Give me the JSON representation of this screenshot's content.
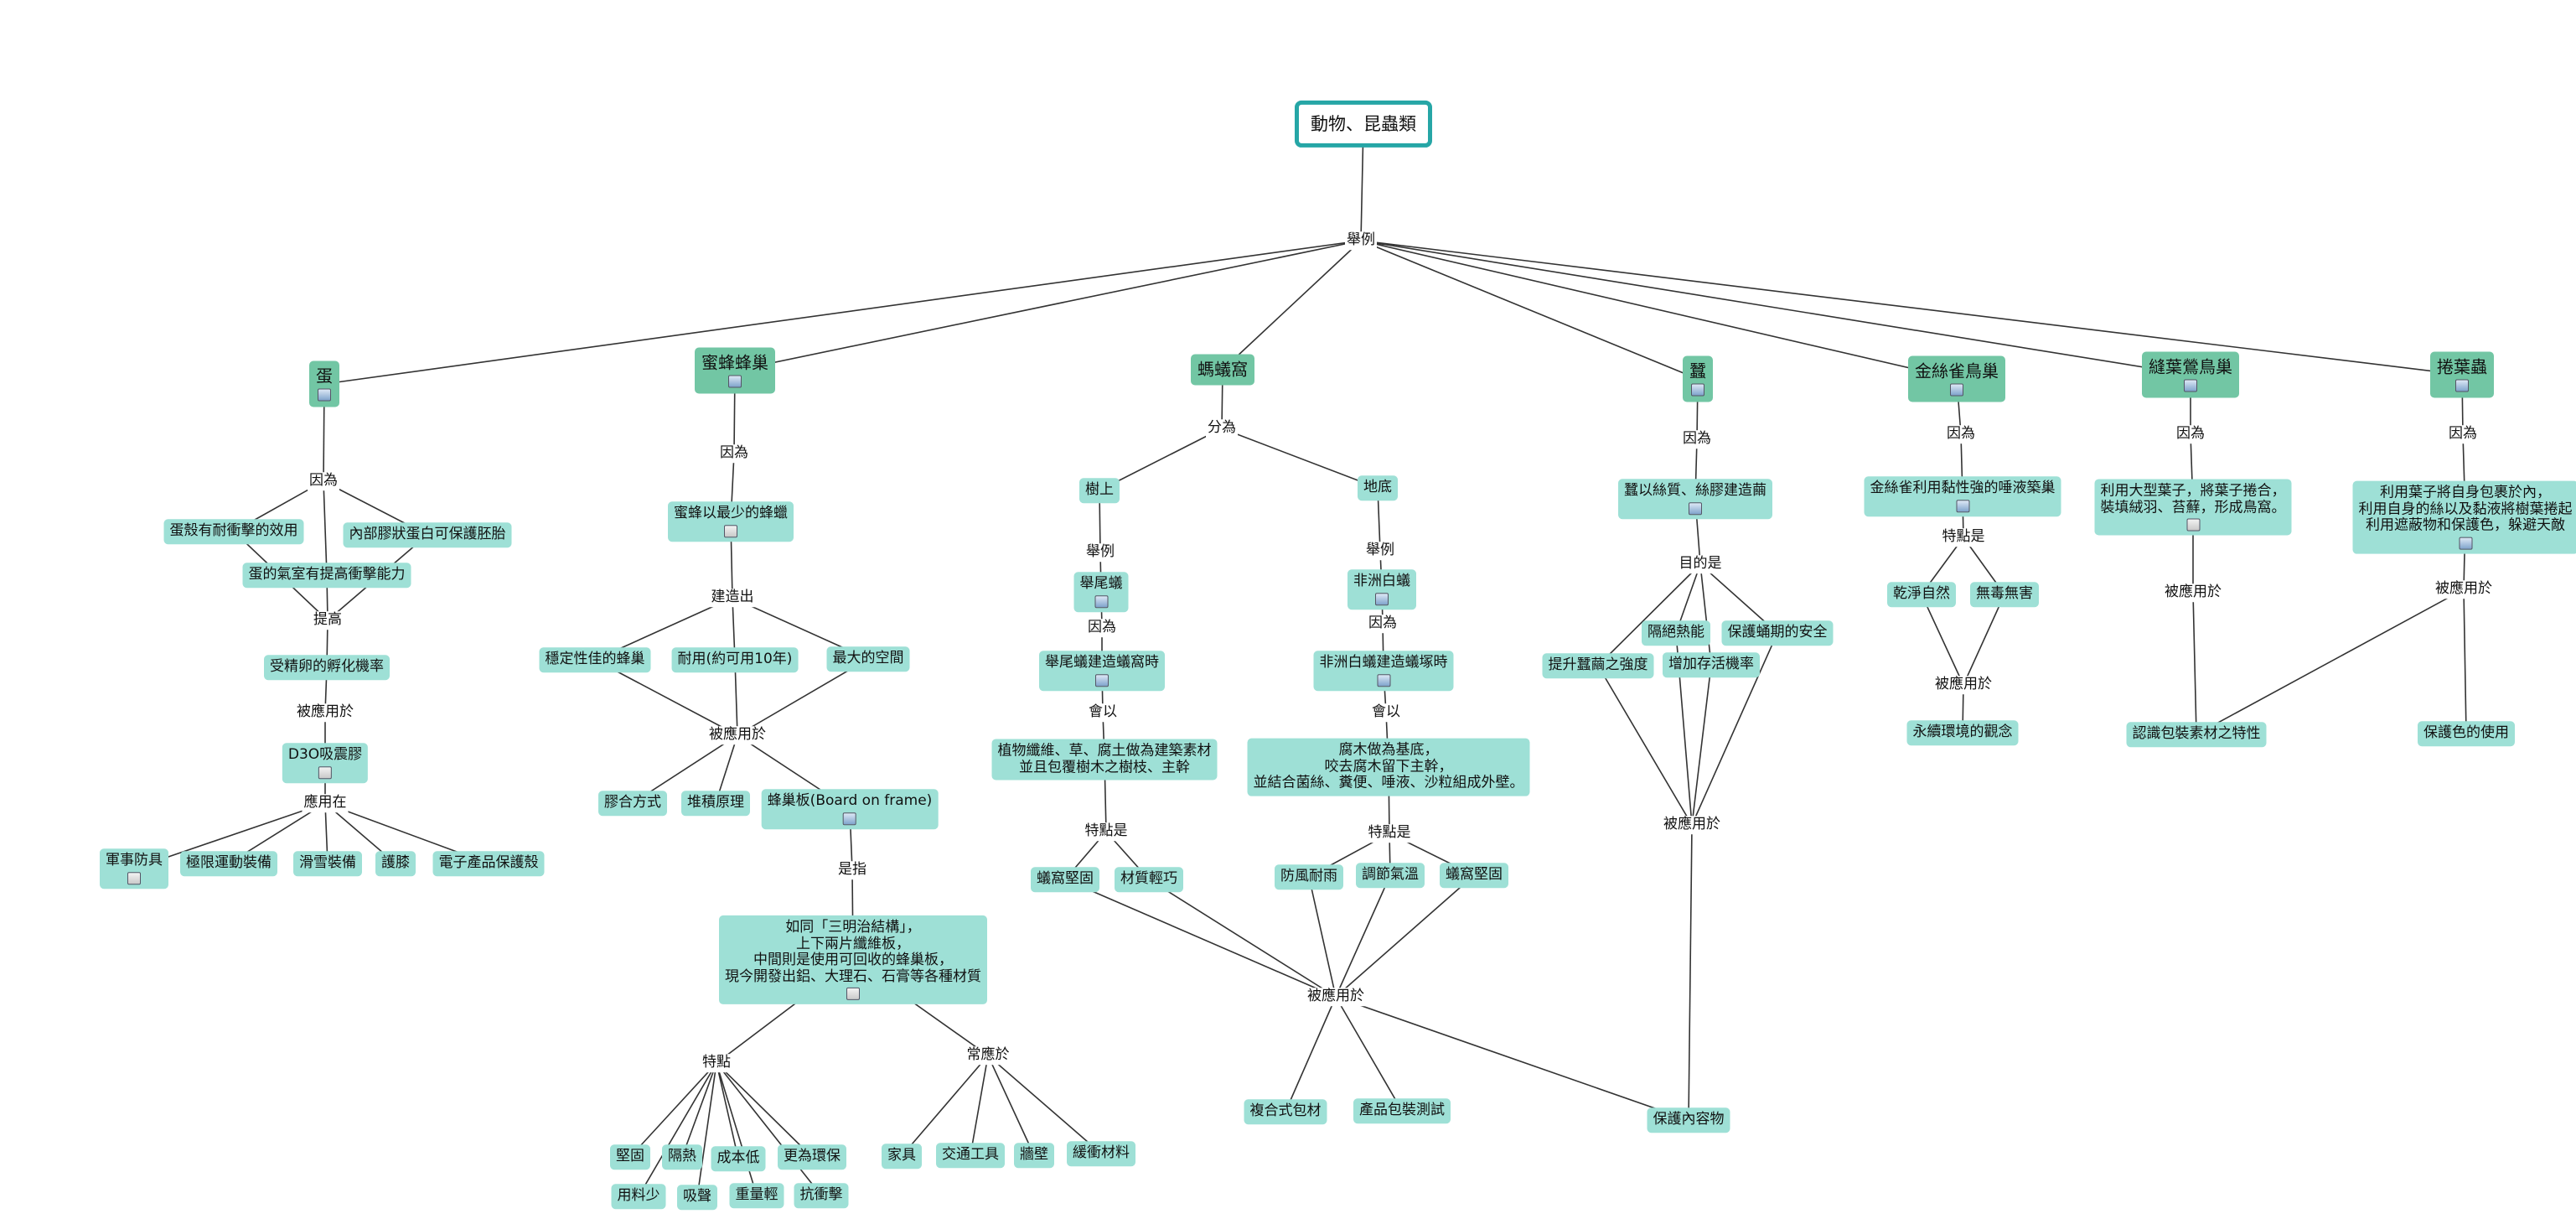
{
  "colors": {
    "root_border": "#26a6a6",
    "category_fill": "#72c6a4",
    "concept_fill": "#9ee0d6",
    "line": "#333333"
  },
  "nodes": [
    {
      "id": "root",
      "text": "動物、昆蟲類",
      "type": "root"
    },
    {
      "id": "l_ex",
      "text": "舉例",
      "type": "link"
    },
    {
      "id": "egg",
      "text": "蛋",
      "type": "cat",
      "icon": "image-icon"
    },
    {
      "id": "egg_because",
      "text": "因為",
      "type": "link"
    },
    {
      "id": "egg_shell",
      "text": "蛋殼有耐衝擊的效用",
      "type": "con"
    },
    {
      "id": "egg_membrane",
      "text": "內部膠狀蛋白可保護胚胎",
      "type": "con"
    },
    {
      "id": "egg_air",
      "text": "蛋的氣室有提高衝擊能力",
      "type": "con"
    },
    {
      "id": "egg_raise",
      "text": "提高",
      "type": "link"
    },
    {
      "id": "egg_hatch",
      "text": "受精卵的孵化機率",
      "type": "con"
    },
    {
      "id": "egg_applied",
      "text": "被應用於",
      "type": "link"
    },
    {
      "id": "d3o",
      "text": "D3O吸震膠",
      "type": "con",
      "icon": "doc-icon"
    },
    {
      "id": "d3o_use",
      "text": "應用在",
      "type": "link"
    },
    {
      "id": "d3o_mil",
      "text": "軍事防具",
      "type": "con",
      "icon": "doc-icon"
    },
    {
      "id": "d3o_ext",
      "text": "極限運動裝備",
      "type": "con"
    },
    {
      "id": "d3o_snow",
      "text": "滑雪裝備",
      "type": "con"
    },
    {
      "id": "d3o_knee",
      "text": "護膝",
      "type": "con"
    },
    {
      "id": "d3o_case",
      "text": "電子產品保護殼",
      "type": "con"
    },
    {
      "id": "hive",
      "text": "蜜蜂蜂巢",
      "type": "cat",
      "icon": "image-icon"
    },
    {
      "id": "hive_because",
      "text": "因為",
      "type": "link"
    },
    {
      "id": "hive_wax",
      "text": "蜜蜂以最少的蜂蠟",
      "type": "con",
      "icon": "doc-icon"
    },
    {
      "id": "hive_build",
      "text": "建造出",
      "type": "link"
    },
    {
      "id": "hive_stable",
      "text": "穩定性佳的蜂巢",
      "type": "con"
    },
    {
      "id": "hive_durable",
      "text": "耐用(約可用10年)",
      "type": "con"
    },
    {
      "id": "hive_space",
      "text": "最大的空間",
      "type": "con"
    },
    {
      "id": "hive_applied",
      "text": "被應用於",
      "type": "link"
    },
    {
      "id": "hive_glue",
      "text": "膠合方式",
      "type": "con"
    },
    {
      "id": "hive_stack",
      "text": "堆積原理",
      "type": "con"
    },
    {
      "id": "hive_board",
      "text": "蜂巢板(Board on frame)",
      "type": "con",
      "icon": "image-icon"
    },
    {
      "id": "hive_is",
      "text": "是指",
      "type": "link"
    },
    {
      "id": "hive_sand",
      "text": "如同「三明治結構」，\n上下兩片纖維板，\n中間則是使用可回收的蜂巢板，\n現今開發出鋁、大理石、石膏等各種材質",
      "type": "con",
      "icon": "doc-icon"
    },
    {
      "id": "hive_feat",
      "text": "特點",
      "type": "link"
    },
    {
      "id": "hive_often",
      "text": "常應於",
      "type": "link"
    },
    {
      "id": "f_solid",
      "text": "堅固",
      "type": "con"
    },
    {
      "id": "f_heat",
      "text": "隔熱",
      "type": "con"
    },
    {
      "id": "f_cost",
      "text": "成本低",
      "type": "con"
    },
    {
      "id": "f_eco",
      "text": "更為環保",
      "type": "con"
    },
    {
      "id": "f_less",
      "text": "用料少",
      "type": "con"
    },
    {
      "id": "f_sound",
      "text": "吸聲",
      "type": "con"
    },
    {
      "id": "f_light",
      "text": "重量輕",
      "type": "con"
    },
    {
      "id": "f_impact",
      "text": "抗衝擊",
      "type": "con"
    },
    {
      "id": "u_furn",
      "text": "家具",
      "type": "con"
    },
    {
      "id": "u_vehicle",
      "text": "交通工具",
      "type": "con"
    },
    {
      "id": "u_wall",
      "text": "牆壁",
      "type": "con"
    },
    {
      "id": "u_buffer",
      "text": "緩衝材料",
      "type": "con"
    },
    {
      "id": "ant",
      "text": "螞蟻窩",
      "type": "cat"
    },
    {
      "id": "ant_div",
      "text": "分為",
      "type": "link"
    },
    {
      "id": "ant_tree",
      "text": "樹上",
      "type": "con"
    },
    {
      "id": "ant_ground",
      "text": "地底",
      "type": "con"
    },
    {
      "id": "ant_ex1",
      "text": "舉例",
      "type": "link"
    },
    {
      "id": "ant_ex2",
      "text": "舉例",
      "type": "link"
    },
    {
      "id": "ant_cremato",
      "text": "舉尾蟻",
      "type": "con",
      "icon": "image-icon"
    },
    {
      "id": "ant_termite",
      "text": "非洲白蟻",
      "type": "con",
      "icon": "image-icon"
    },
    {
      "id": "ant_because1",
      "text": "因為",
      "type": "link"
    },
    {
      "id": "ant_because2",
      "text": "因為",
      "type": "link"
    },
    {
      "id": "ant_cremato_build",
      "text": "舉尾蟻建造蟻窩時",
      "type": "con",
      "icon": "image-icon"
    },
    {
      "id": "ant_termite_build",
      "text": "非洲白蟻建造蟻塚時",
      "type": "con",
      "icon": "image-icon"
    },
    {
      "id": "ant_will1",
      "text": "會以",
      "type": "link"
    },
    {
      "id": "ant_will2",
      "text": "會以",
      "type": "link"
    },
    {
      "id": "ant_plant",
      "text": "植物纖維、草、腐土做為建築素材\n並且包覆樹木之樹枝、主幹",
      "type": "con"
    },
    {
      "id": "ant_rot",
      "text": "腐木做為基底，\n咬去腐木留下主幹，\n並結合菌絲、糞便、唾液、沙粒組成外壁。",
      "type": "con"
    },
    {
      "id": "ant_feat1",
      "text": "特點是",
      "type": "link"
    },
    {
      "id": "ant_feat2",
      "text": "特點是",
      "type": "link"
    },
    {
      "id": "ant_solid1",
      "text": "蟻窩堅固",
      "type": "con"
    },
    {
      "id": "ant_light",
      "text": "材質輕巧",
      "type": "con"
    },
    {
      "id": "ant_wind",
      "text": "防風耐雨",
      "type": "con"
    },
    {
      "id": "ant_temp",
      "text": "調節氣溫",
      "type": "con"
    },
    {
      "id": "ant_solid2",
      "text": "蟻窩堅固",
      "type": "con"
    },
    {
      "id": "ant_applied",
      "text": "被應用於",
      "type": "link"
    },
    {
      "id": "ant_comp",
      "text": "複合式包材",
      "type": "con"
    },
    {
      "id": "ant_test",
      "text": "產品包裝測試",
      "type": "con"
    },
    {
      "id": "protect",
      "text": "保護內容物",
      "type": "con"
    },
    {
      "id": "silk",
      "text": "蠶",
      "type": "cat",
      "icon": "image-icon"
    },
    {
      "id": "silk_because",
      "text": "因為",
      "type": "link"
    },
    {
      "id": "silk_build",
      "text": "蠶以絲質、絲膠建造繭",
      "type": "con",
      "icon": "image-icon"
    },
    {
      "id": "silk_purpose",
      "text": "目的是",
      "type": "link"
    },
    {
      "id": "silk_insul",
      "text": "隔絕熱能",
      "type": "con"
    },
    {
      "id": "silk_safe",
      "text": "保護蛹期的安全",
      "type": "con"
    },
    {
      "id": "silk_str",
      "text": "提升蠶繭之強度",
      "type": "con"
    },
    {
      "id": "silk_surv",
      "text": "增加存活機率",
      "type": "con"
    },
    {
      "id": "silk_applied",
      "text": "被應用於",
      "type": "link"
    },
    {
      "id": "swift",
      "text": "金絲雀鳥巢",
      "type": "cat",
      "icon": "image-icon"
    },
    {
      "id": "swift_because",
      "text": "因為",
      "type": "link"
    },
    {
      "id": "swift_saliva",
      "text": "金絲雀利用黏性強的唾液築巢",
      "type": "con",
      "icon": "image-icon"
    },
    {
      "id": "swift_feat",
      "text": "特點是",
      "type": "link"
    },
    {
      "id": "swift_clean",
      "text": "乾淨自然",
      "type": "con"
    },
    {
      "id": "swift_nontox",
      "text": "無毒無害",
      "type": "con"
    },
    {
      "id": "swift_applied",
      "text": "被應用於",
      "type": "link"
    },
    {
      "id": "swift_sustain",
      "text": "永續環境的觀念",
      "type": "con"
    },
    {
      "id": "warbler",
      "text": "縫葉鶯鳥巢",
      "type": "cat",
      "icon": "image-icon"
    },
    {
      "id": "warbler_because",
      "text": "因為",
      "type": "link"
    },
    {
      "id": "warbler_leaf",
      "text": "利用大型葉子，將葉子捲合，\n裝填絨羽、苔蘚，形成鳥窩。",
      "type": "con",
      "icon": "doc-icon"
    },
    {
      "id": "warbler_applied",
      "text": "被應用於",
      "type": "link"
    },
    {
      "id": "pack_know",
      "text": "認識包裝素材之特性",
      "type": "con"
    },
    {
      "id": "roller",
      "text": "捲葉蟲",
      "type": "cat",
      "icon": "image-icon"
    },
    {
      "id": "roller_because",
      "text": "因為",
      "type": "link"
    },
    {
      "id": "roller_wrap",
      "text": "利用葉子將自身包裹於內，\n利用自身的絲以及黏液將樹葉捲起\n利用遮蔽物和保護色，躲避天敵",
      "type": "con",
      "icon": "image-icon"
    },
    {
      "id": "roller_applied",
      "text": "被應用於",
      "type": "link"
    },
    {
      "id": "roller_color",
      "text": "保護色的使用",
      "type": "con"
    }
  ]
}
